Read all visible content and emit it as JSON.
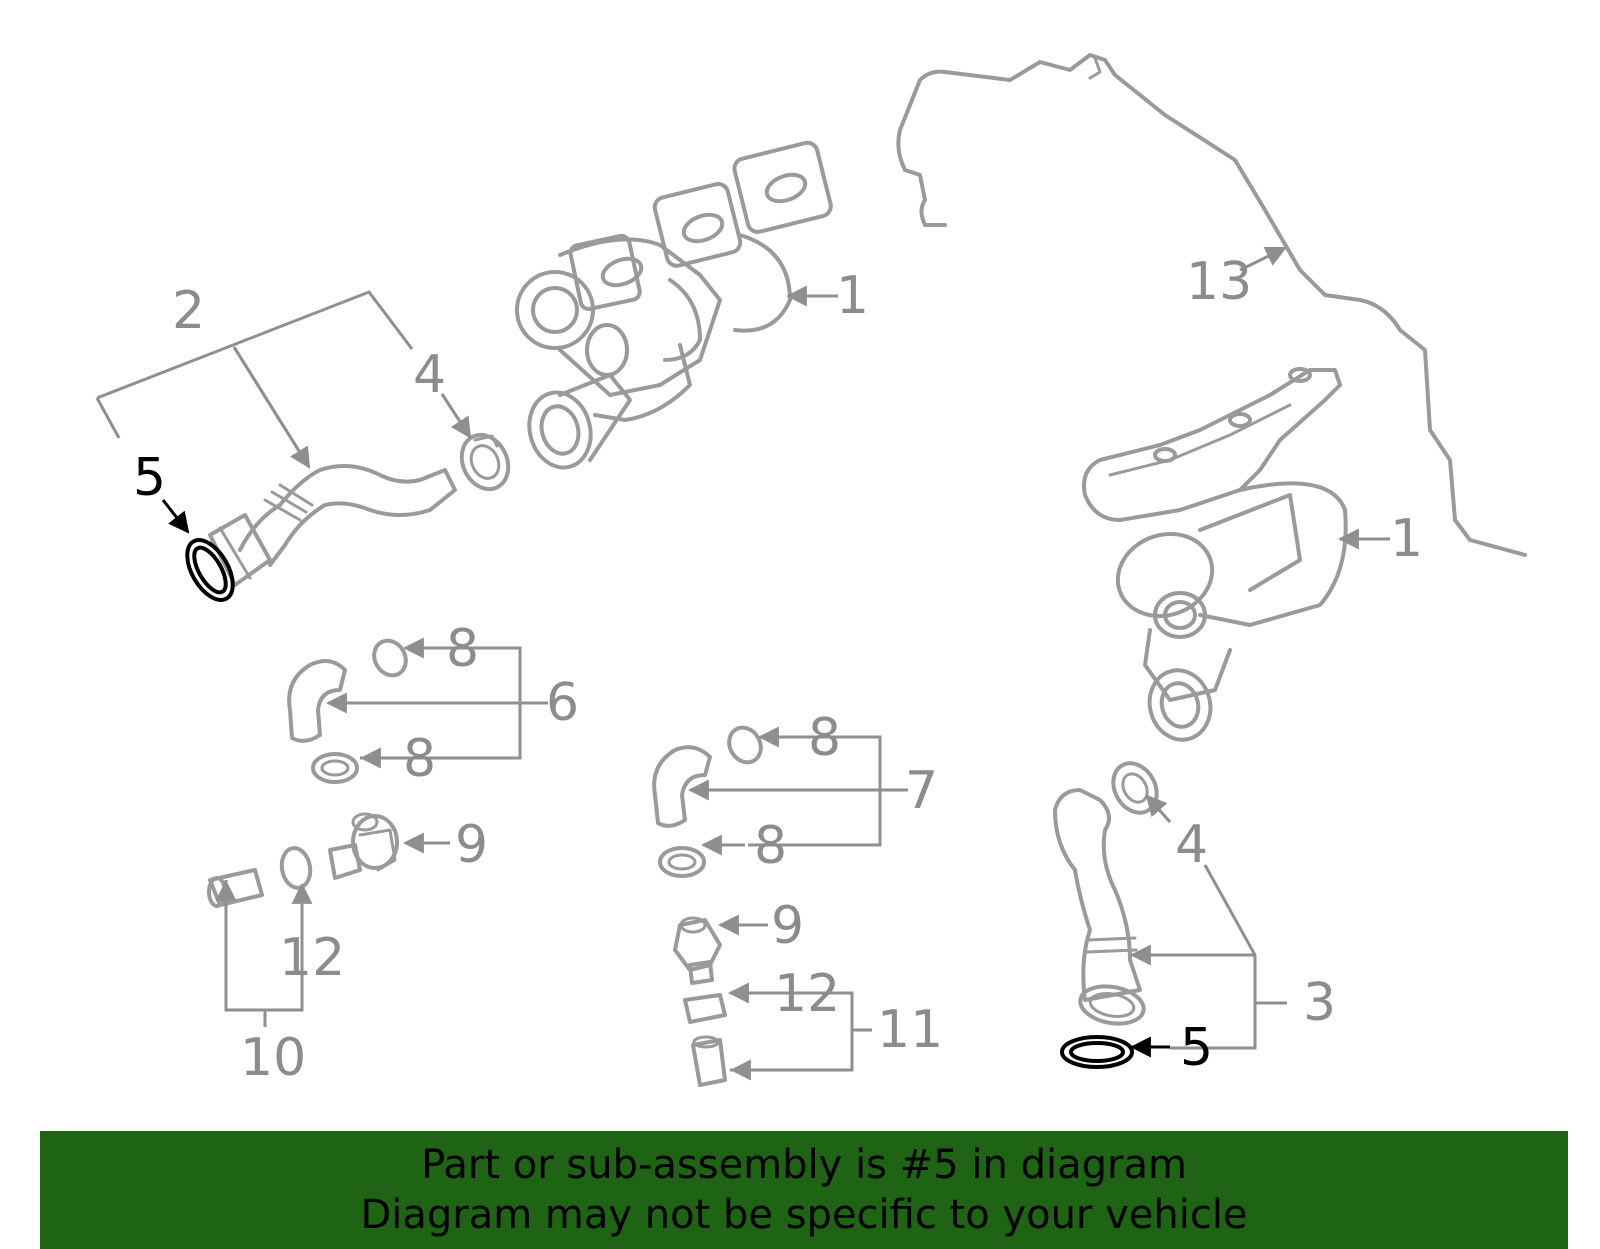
{
  "diagram": {
    "callouts": {
      "c1_upper": "1",
      "c1_lower": "1",
      "c2": "2",
      "c3": "3",
      "c4_upper": "4",
      "c4_lower": "4",
      "c5_left": "5",
      "c5_right": "5",
      "c6": "6",
      "c7": "7",
      "c8_a": "8",
      "c8_b": "8",
      "c8_c": "8",
      "c8_d": "8",
      "c9_a": "9",
      "c9_b": "9",
      "c10": "10",
      "c11": "11",
      "c12_a": "12",
      "c12_b": "12",
      "c13": "13"
    },
    "highlighted_part": "5"
  },
  "banner": {
    "line1": "Part or sub-assembly is #5 in diagram",
    "line2": "Diagram may not be specific to your vehicle",
    "color": "#1e6414"
  }
}
